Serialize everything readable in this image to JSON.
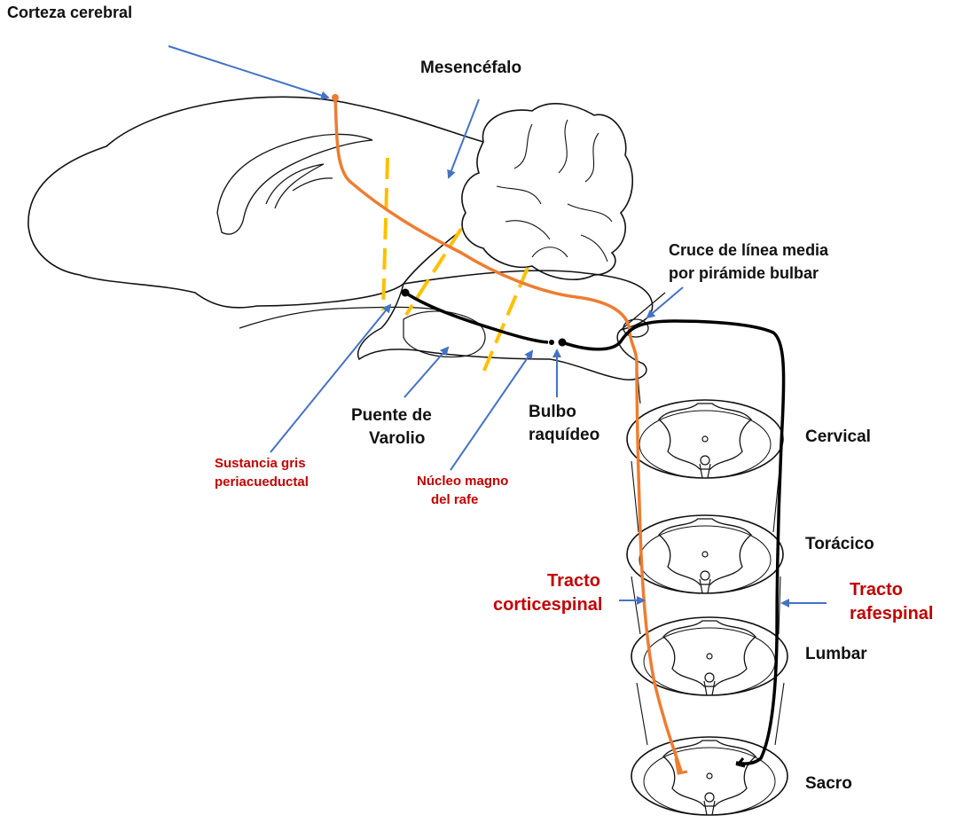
{
  "colors": {
    "outline": "#111111",
    "corticospinal": "#ed7d31",
    "rafespinal": "#000000",
    "division_dashes": "#ffc000",
    "pointer_arrows": "#4472c4",
    "red_labels": "#c00000",
    "black_labels": "#111111"
  },
  "labels": {
    "corteza_cerebral": "Corteza cerebral",
    "mesencefalo": "Mesencéfalo",
    "cruce_line1": "Cruce de línea media",
    "cruce_line2": "por pirámide  bulbar",
    "puente_line1": "Puente de",
    "puente_line2": "Varolio",
    "bulbo_line1": "Bulbo",
    "bulbo_line2": "raquídeo",
    "sustancia_line1": "Sustancia gris",
    "sustancia_line2": "periacueductal",
    "nucleo_line1": "Núcleo magno",
    "nucleo_line2": "del rafe",
    "tracto_cortico_line1": "Tracto",
    "tracto_cortico_line2": "corticespinal",
    "tracto_rafe_line1": "Tracto",
    "tracto_rafe_line2": "rafespinal",
    "cervical": "Cervical",
    "toracico": "Torácico",
    "lumbar": "Lumbar",
    "sacro": "Sacro"
  }
}
